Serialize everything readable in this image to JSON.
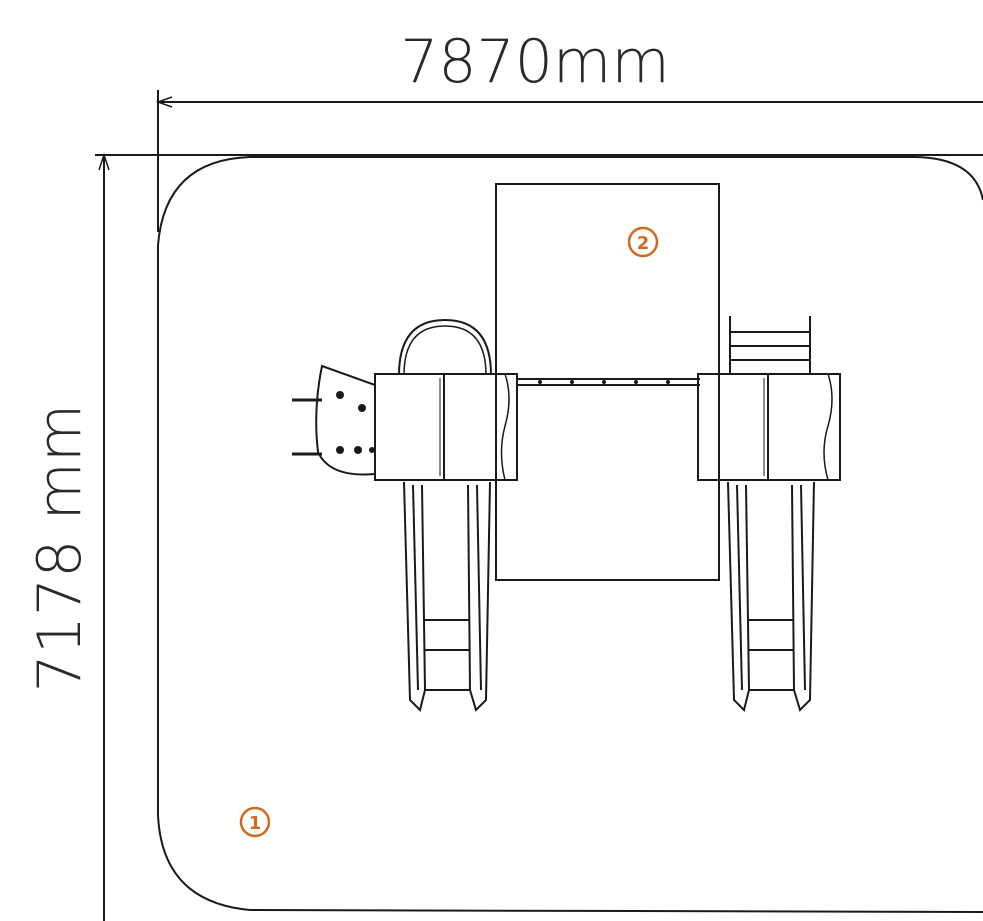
{
  "dimensions": {
    "width_label": "7870mm",
    "height_label": "7178 mm"
  },
  "zones": {
    "safety_area_number": "1",
    "impact_area_number": "2"
  },
  "colors": {
    "line": "#1a1a1a",
    "marker": "#d2691e",
    "background": "#ffffff"
  }
}
